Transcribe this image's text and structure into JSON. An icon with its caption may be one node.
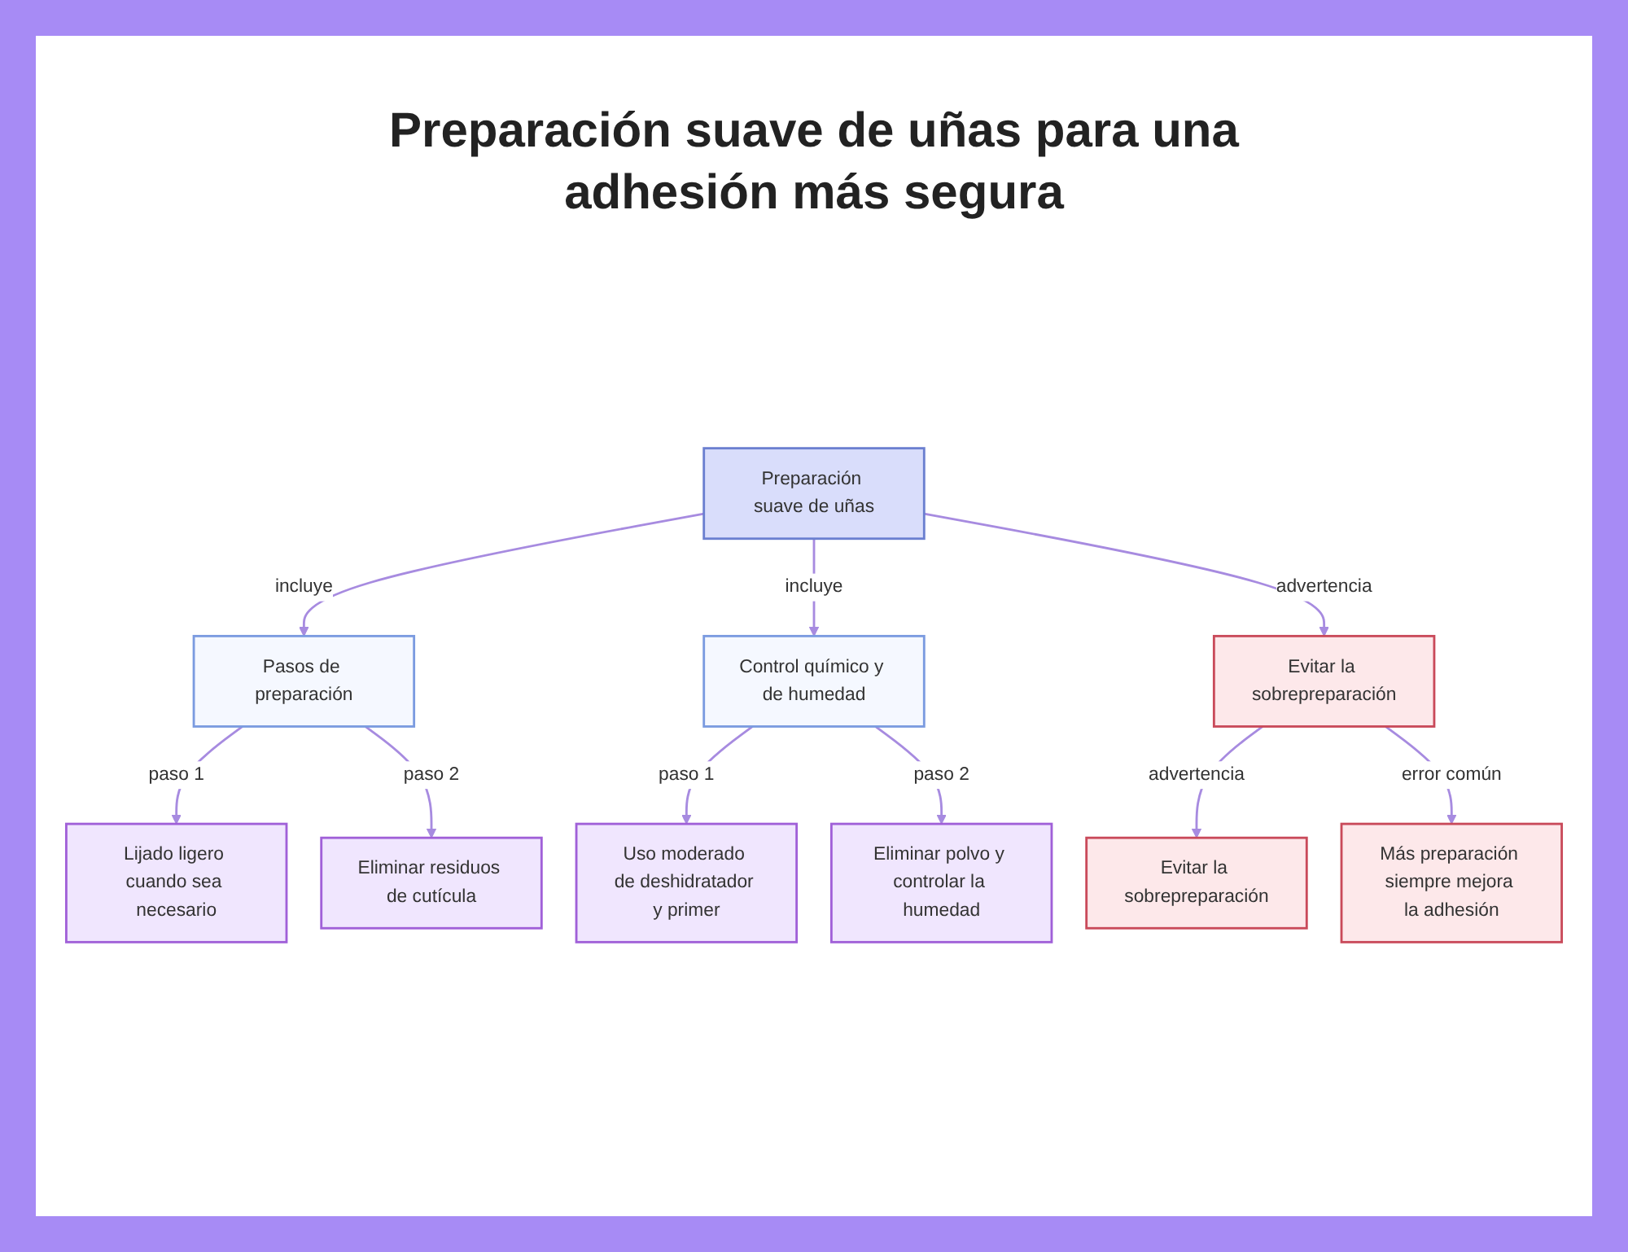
{
  "diagram": {
    "title": "Preparación suave de uñas para una adhesión más segura",
    "nodes": [
      {
        "text": [
          "Preparación suave de uñas"
        ]
      },
      {
        "text": [
          "Pasos de preparación"
        ]
      },
      {
        "text": [
          "Control químico y de humedad"
        ]
      },
      {
        "text": [
          "Evitar la sobrepreparación"
        ]
      },
      {
        "text": [
          "Lijado ligero cuando sea necesario"
        ]
      },
      {
        "text": [
          "Eliminar residuos de cutícula"
        ]
      },
      {
        "text": [
          "Uso moderado de deshidratador y primer"
        ]
      },
      {
        "text": [
          "Eliminar polvo y controlar la humedad"
        ]
      },
      {
        "text": [
          "Evitar la sobrepreparación"
        ]
      },
      {
        "text": [
          "Más preparación siempre mejora la adhesión"
        ]
      }
    ],
    "edges": [
      {
        "from": 0,
        "to": 1,
        "arrow": "to",
        "label": "incluye"
      },
      {
        "from": 0,
        "to": 2,
        "arrow": "to",
        "label": "incluye"
      },
      {
        "from": 0,
        "to": 3,
        "arrow": "to",
        "label": "advertencia"
      },
      {
        "from": 1,
        "to": 4,
        "arrow": "to",
        "label": "paso 1"
      },
      {
        "from": 1,
        "to": 5,
        "arrow": "to",
        "label": "paso 2"
      },
      {
        "from": 2,
        "to": 6,
        "arrow": "to",
        "label": "paso 1"
      },
      {
        "from": 2,
        "to": 7,
        "arrow": "to",
        "label": "paso 2"
      },
      {
        "from": 3,
        "to": 8,
        "arrow": "to",
        "label": "advertencia"
      },
      {
        "from": 3,
        "to": 9,
        "arrow": "to",
        "label": "error común"
      }
    ]
  }
}
